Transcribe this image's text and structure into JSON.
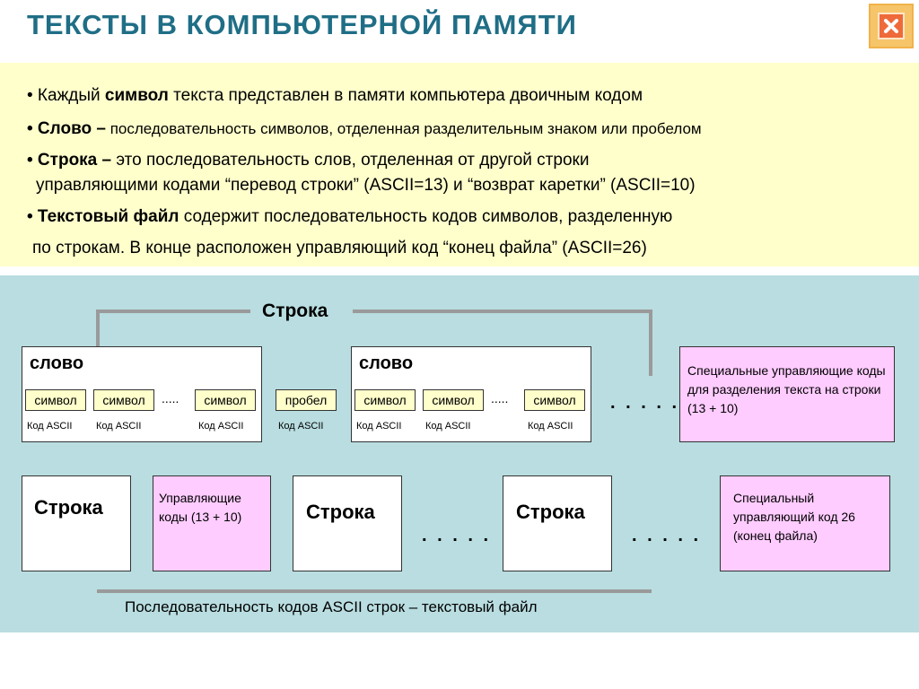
{
  "title": "ТЕКСТЫ  В  КОМПЬЮТЕРНОЙ  ПАМЯТИ",
  "close_icon": "close-icon",
  "bullets": {
    "b1_pre": "• Каждый ",
    "b1_bold": "символ",
    "b1_post": "  текста  представлен  в  памяти компьютера двоичным  кодом",
    "b2_bold": "• Слово –",
    "b2_post": "  последовательность  символов, отделенная разделительным знаком или пробелом",
    "b3_bold": "• Строка –",
    "b3_post": " это последовательность  слов,  отделенная  от  другой  строки",
    "b3_cont": "управляющими  кодами  “перевод  строки” (ASCII=13)  и  “возврат каретки” (ASCII=10)",
    "b4_bold": "• Текстовый  файл",
    "b4_post": " содержит последовательность кодов символов, разделенную",
    "b4_cont": "по строкам. В конце   расположен  управляющий код  “конец  файла”  (ASCII=26)"
  },
  "diagram": {
    "line_label": "Строка",
    "word_label": "слово",
    "symbol_label": "символ",
    "space_label": "пробел",
    "ascii_label": "Код  ASCII",
    "ellipsis_small": ".....",
    "ellipsis_big": ". . . . .",
    "special_codes_text": "Специальные управляющие коды для разделения текста на  строки  (13 + 10)",
    "row_label": "Строка",
    "control_codes_text": "Управляющие коды  (13 + 10)",
    "eof_text": "Специальный управляющий код 26  (конец  файла)",
    "caption": "Последовательность  кодов  ASCII  строк – текстовый  файл"
  }
}
